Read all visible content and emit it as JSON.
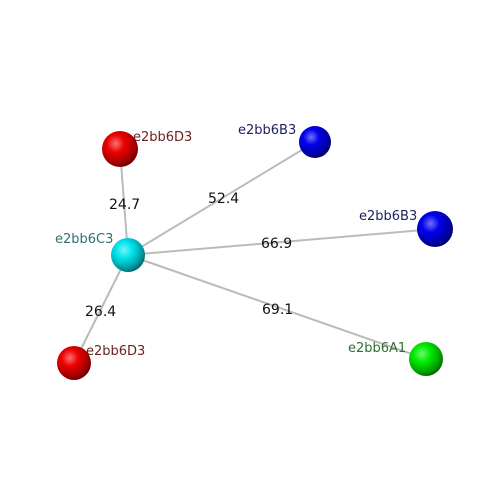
{
  "diagram": {
    "nodes": [
      {
        "id": "c3",
        "label": "e2bb6C3",
        "color": "#00e5ee",
        "label_color": "#2f6f6f"
      },
      {
        "id": "d3a",
        "label": "e2bb6D3",
        "color": "#ee0000",
        "label_color": "#6b1f1f"
      },
      {
        "id": "b3a",
        "label": "e2bb6B3",
        "color": "#0000ee",
        "label_color": "#1f1f5f"
      },
      {
        "id": "b3b",
        "label": "e2bb6B3",
        "color": "#0000ee",
        "label_color": "#1f1f5f"
      },
      {
        "id": "d3b",
        "label": "e2bb6D3",
        "color": "#ee0000",
        "label_color": "#6b1f1f"
      },
      {
        "id": "a1",
        "label": "e2bb6A1",
        "color": "#00ee00",
        "label_color": "#2f6f2f"
      }
    ],
    "edges": [
      {
        "from": "c3",
        "to": "d3a",
        "label": "24.7"
      },
      {
        "from": "c3",
        "to": "b3a",
        "label": "52.4"
      },
      {
        "from": "c3",
        "to": "b3b",
        "label": "66.9"
      },
      {
        "from": "c3",
        "to": "d3b",
        "label": "26.4"
      },
      {
        "from": "c3",
        "to": "a1",
        "label": "69.1"
      }
    ],
    "edge_color": "#bbbbbb"
  }
}
